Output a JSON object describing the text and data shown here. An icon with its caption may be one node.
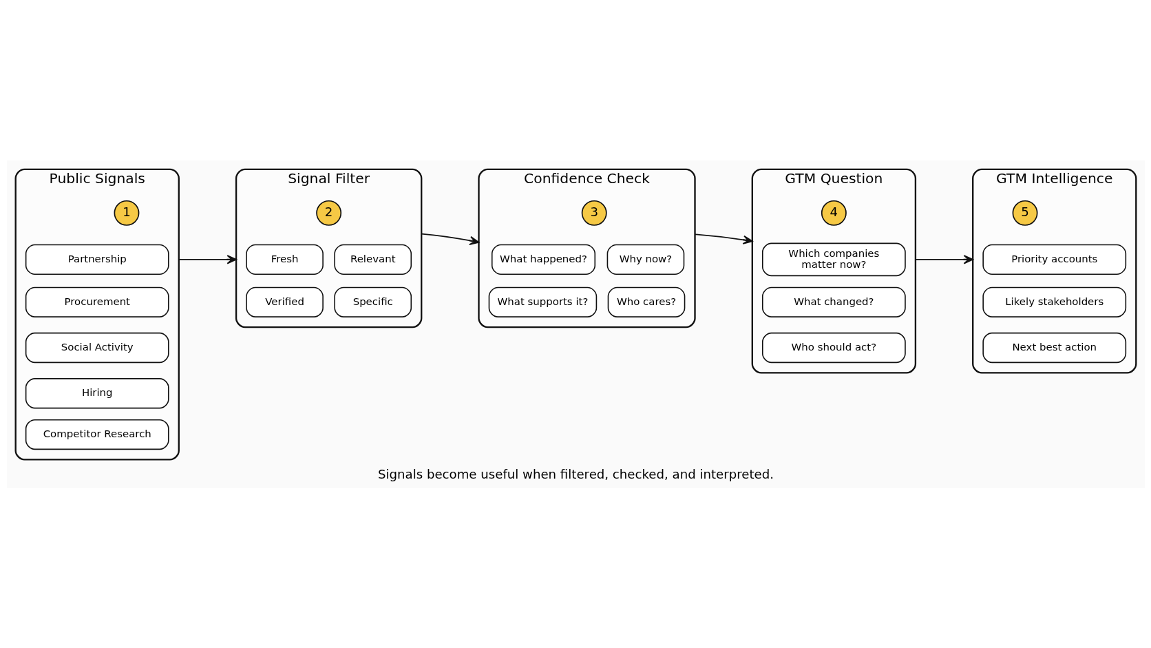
{
  "diagram": {
    "caption": "Signals become useful when filtered, checked, and interpreted.",
    "nodes": [
      {
        "text": [
          "Public Signals"
        ]
      },
      {
        "text": [
          "1"
        ],
        "in": 0
      },
      {
        "text": [
          "Partnership"
        ],
        "in": 0
      },
      {
        "text": [
          "Procurement"
        ],
        "in": 0
      },
      {
        "text": [
          "Social Activity"
        ],
        "in": 0
      },
      {
        "text": [
          "Hiring"
        ],
        "in": 0
      },
      {
        "text": [
          "Competitor Research"
        ],
        "in": 0
      },
      {
        "text": [
          "Signal Filter"
        ]
      },
      {
        "text": [
          "2"
        ],
        "in": 7
      },
      {
        "text": [
          "Fresh"
        ],
        "in": 7
      },
      {
        "text": [
          "Relevant"
        ],
        "in": 7
      },
      {
        "text": [
          "Verified"
        ],
        "in": 7
      },
      {
        "text": [
          "Specific"
        ],
        "in": 7
      },
      {
        "text": [
          "Confidence Check"
        ]
      },
      {
        "text": [
          "3"
        ],
        "in": 13
      },
      {
        "text": [
          "What happened?"
        ],
        "in": 13
      },
      {
        "text": [
          "Why now?"
        ],
        "in": 13
      },
      {
        "text": [
          "What supports it?"
        ],
        "in": 13
      },
      {
        "text": [
          "Who cares?"
        ],
        "in": 13
      },
      {
        "text": [
          "GTM Question"
        ]
      },
      {
        "text": [
          "4"
        ],
        "in": 19
      },
      {
        "text": [
          "Which companies matter now?"
        ],
        "in": 19
      },
      {
        "text": [
          "What changed?"
        ],
        "in": 19
      },
      {
        "text": [
          "Who should act?"
        ],
        "in": 19
      },
      {
        "text": [
          "GTM Intelligence"
        ]
      },
      {
        "text": [
          "5"
        ],
        "in": 24
      },
      {
        "text": [
          "Priority accounts"
        ],
        "in": 24
      },
      {
        "text": [
          "Likely stakeholders"
        ],
        "in": 24
      },
      {
        "text": [
          "Next best action"
        ],
        "in": 24
      }
    ],
    "edges": [
      {
        "from": 0,
        "to": 7,
        "arrow": "to"
      },
      {
        "from": 7,
        "to": 13,
        "arrow": "to"
      },
      {
        "from": 13,
        "to": 19,
        "arrow": "to"
      },
      {
        "from": 19,
        "to": 24,
        "arrow": "to"
      }
    ]
  }
}
